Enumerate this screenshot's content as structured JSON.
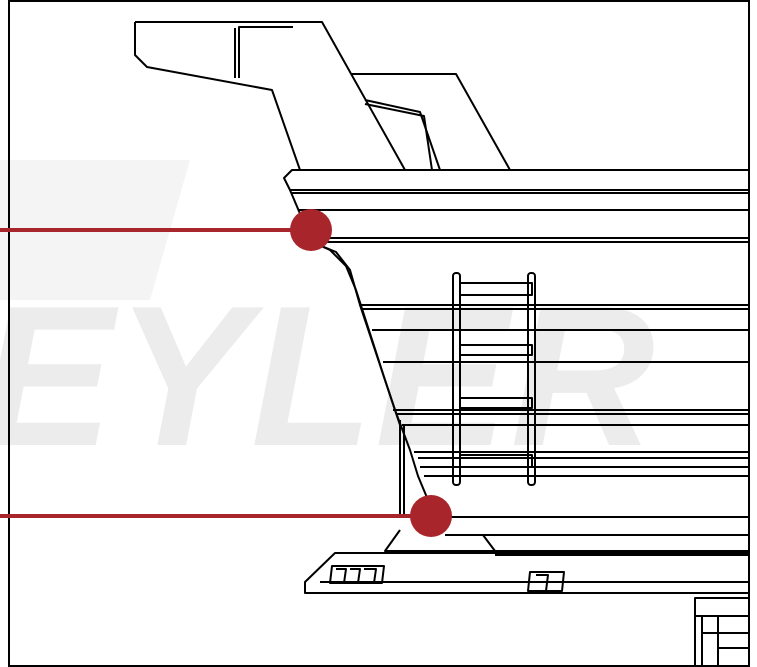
{
  "watermark": {
    "text": "EYLER",
    "color": "#ececec"
  },
  "colors": {
    "line": "#000000",
    "background": "#ffffff",
    "callout": "#a8252b"
  },
  "callouts": [
    {
      "name": "upper-callout",
      "target": "upper-rim-joint"
    },
    {
      "name": "lower-callout",
      "target": "lower-base-joint"
    }
  ]
}
